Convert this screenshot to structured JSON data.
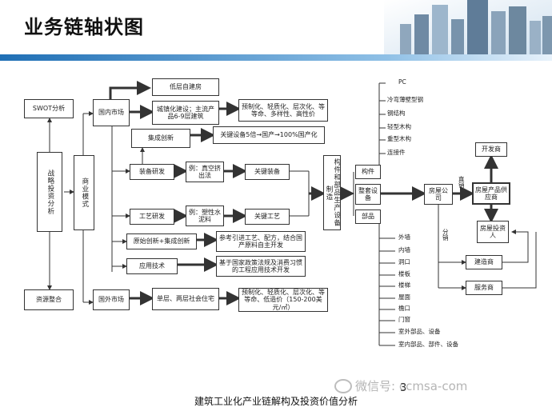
{
  "title": "业务链轴状图",
  "footer": "建筑工业化产业链解构及投资价值分析",
  "page_number": "3",
  "watermark": "微信号: ccmsa-com",
  "colors": {
    "banner_start": "#1f6fb5",
    "banner_end": "#e8f2fb",
    "line": "#333333"
  },
  "nodes": {
    "swot": "SWOT分析",
    "zhanlue": "战略投资分析",
    "ziyuan": "资源整合",
    "shangyemoshi": "商业模式",
    "guoneishichang": "国内市场",
    "guowaishichang": "国外市场",
    "dizeng": "低层自建房",
    "chengzhen": "城镇化建设；主流产品6-9层建筑",
    "yuzhihua1": "预制化、轻质化、层次化、等等命、多样性、高性价",
    "jicheng": "集成创新",
    "guanjianshebei_text": "关键设备5倍→国产→100%国产化",
    "zhuangbei": "装备研发",
    "zhuangbei_eg": "例：真空挤出法",
    "guanjianzhuangbei": "关键装备",
    "gongyi": "工艺研发",
    "gongyi_eg": "例：塑性水泥料",
    "guanjiangongyi": "关键工艺",
    "yuanshi": "原始创新+集成创新",
    "yuanshi_text": "参考引进工艺、配方，结合国产原料自主开发",
    "yingyong": "应用技术",
    "yingyong_text": "基于国家政策法规及消费习惯的工程应用技术开发",
    "dancen": "单层、两层社会住宅",
    "yuzhihua2": "预制化、轻质化、层次化、等等命、低造价（150-200美元/㎡）",
    "goujian_center": "构件和部品生产设备制造",
    "goujian": "构件",
    "zhengzhuang": "整套设备",
    "bupin": "部品",
    "fangwu": "房屋公司",
    "fangwuchanpin": "房屋产品供应商",
    "kaifashang": "开发商",
    "fangwutouzi": "房屋投资人",
    "jianzaoshang": "建造商",
    "fuwushang": "服务商"
  },
  "labels": {
    "pc": "PC",
    "lengwan": "冷弯薄壁型钢",
    "gangjiegou": "钢结构",
    "qingxingmu": "轻型木构",
    "zhongxingmu": "重型木构",
    "lianjiejian": "连接件",
    "waiqiang": "外墙",
    "neiqiang": "内墙",
    "dongkou": "洞口",
    "loban": "楼板",
    "louti": "楼梯",
    "wuding": "屋面",
    "zhukou": "檐口",
    "menchuang": "门窗",
    "shiwai": "室外部品、设备",
    "shinei": "室内部品、部件、设备",
    "zhixiao": "直销",
    "fenxiao": "分销"
  }
}
